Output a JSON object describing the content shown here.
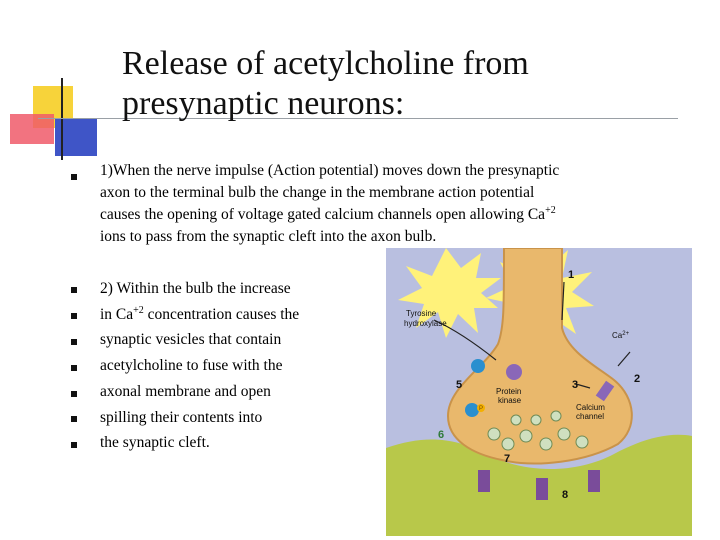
{
  "slide": {
    "title_lines": [
      "Release of acetylcholine from",
      "presynaptic neurons:"
    ]
  },
  "paragraph1": {
    "line1": "1)When the nerve impulse (Action potential) moves down the presynaptic",
    "line2": "axon to the terminal bulb the change in the membrane action potential",
    "line3_pre": "causes the opening of voltage gated calcium channels open allowing Ca",
    "line3_sup": "+2",
    "line4": "ions to pass from the synaptic cleft into the axon bulb."
  },
  "paragraph2": {
    "line1": "2)  Within the bulb the increase",
    "line2_pre": "in Ca",
    "line2_sup": "+2",
    "line2_post": " concentration causes the",
    "line3": "synaptic vesicles that contain",
    "line4": "acetylcholine to fuse with the",
    "line5": "axonal membrane and open",
    "line6": "spilling their contents into",
    "line7": "the synaptic cleft."
  },
  "figure": {
    "labels": {
      "n1": "1",
      "n2": "2",
      "n3": "3",
      "n5": "5",
      "n6": "6",
      "n7": "7",
      "n8": "8",
      "tyrosine1": "Tyrosine",
      "tyrosine2": "hydroxylase",
      "pk1": "Protein",
      "pk2": "kinase",
      "cal1": "Calcium",
      "cal2": "channel",
      "ca": "Ca",
      "ca_sup": "2+",
      "p": "P"
    },
    "colors": {
      "background": "#b9bfe0",
      "neuron": "#e9b86c",
      "postsynaptic": "#b8c84a",
      "flash": "#fff27a",
      "vesicle": "#2a8fcf",
      "kinase": "#8a67b8",
      "receptor": "#7a4c9a"
    }
  }
}
